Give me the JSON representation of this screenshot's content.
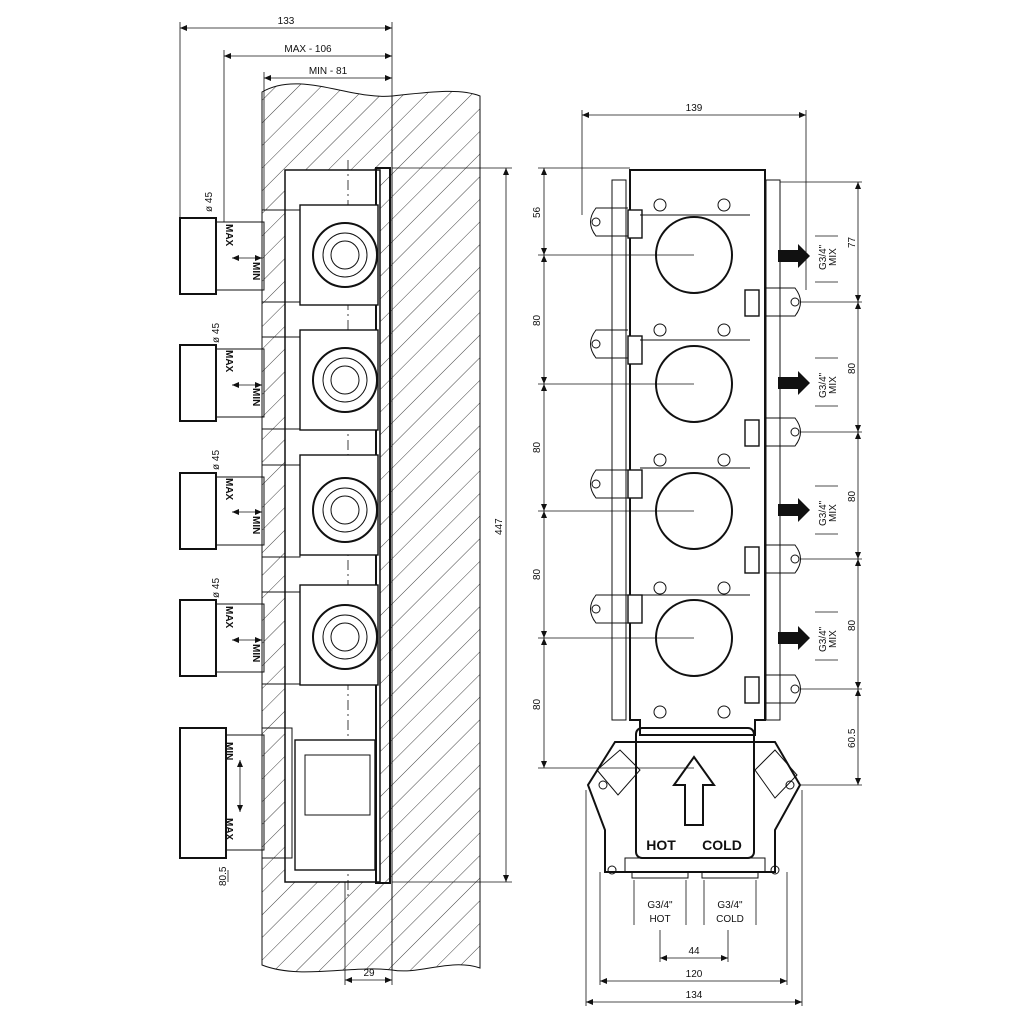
{
  "side_view": {
    "dim_overall_depth": "133",
    "dim_max": "MAX - 106",
    "dim_min": "MIN - 81",
    "knob_diameters": [
      "ø 45",
      "ø 45",
      "ø 45",
      "ø 45"
    ],
    "max_label": "MAX",
    "min_label": "MIN",
    "dim_bottom_offset": "80.5",
    "dim_height": "447",
    "dim_wall": "29"
  },
  "front_view": {
    "dim_width_top": "139",
    "dim_top_offset": "56",
    "dim_spacing_left": [
      "80",
      "80",
      "80",
      "80"
    ],
    "dim_right_top": "77",
    "dim_spacing_right": [
      "80",
      "80",
      "80"
    ],
    "dim_right_bottom": "60.5",
    "outlet_labels": [
      {
        "thread": "G3/4\"",
        "name": "MIX"
      },
      {
        "thread": "G3/4\"",
        "name": "MIX"
      },
      {
        "thread": "G3/4\"",
        "name": "MIX"
      },
      {
        "thread": "G3/4\"",
        "name": "MIX"
      }
    ],
    "hot_label": "HOT",
    "cold_label": "COLD",
    "inlet_hot": {
      "thread": "G3/4\"",
      "name": "HOT"
    },
    "inlet_cold": {
      "thread": "G3/4\"",
      "name": "COLD"
    },
    "dim_inlet_spacing": "44",
    "dim_width_120": "120",
    "dim_width_134": "134"
  }
}
